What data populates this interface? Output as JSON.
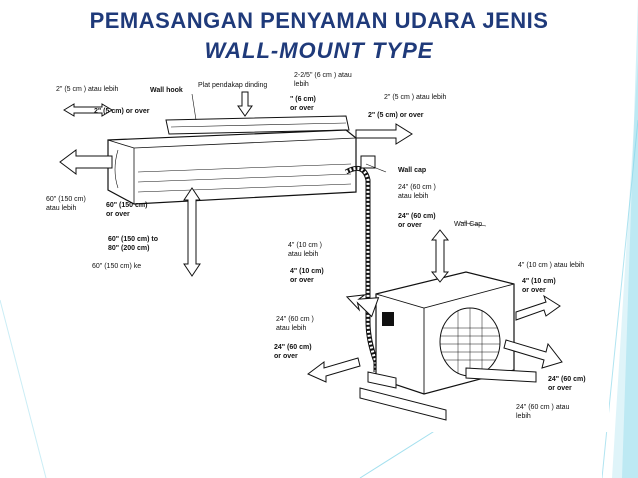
{
  "slide": {
    "title_line1": "PEMASANGAN PENYAMAN UDARA JENIS",
    "title_line2": "WALL-MOUNT TYPE",
    "accent_color": "#1f3a7a",
    "deco_color": "#7ed3e8"
  },
  "diagram": {
    "labels": {
      "indoor_left_top": "2\" (5 cm ) atau lebih",
      "wall_hook": "Wall hook",
      "plat_pendakap": "Plat pendakap dinding",
      "top_center_1": "2-2/5\" (6 cm ) atau",
      "top_center_2": "lebih",
      "top_center_3": "\" (6 cm)",
      "top_center_4": "or over",
      "indoor_left_2": "2\" (5 cm) or over",
      "indoor_right_1": "2\" (5 cm ) atau lebih",
      "indoor_right_2": "2\" (5 cm) or over",
      "wall_cap_1": "Wall cap",
      "floor_left_1": "60\" (150 cm)",
      "floor_left_2": "atau lebih",
      "floor_mid_1": "60\" (150 cm)",
      "floor_mid_2": "or over",
      "floor_mid_3": "60\" (150 cm) to",
      "floor_mid_4": "80\" (200 cm)",
      "floor_mid_5": "60\" (150 cm) ke",
      "outdoor_top_1": "24\" (60 cm )",
      "outdoor_top_2": "atau lebih",
      "outdoor_top_3": "24\" (60 cm)",
      "outdoor_top_4": "or over",
      "wall_cap_2": "Wall Cap",
      "outdoor_left_1": "4\" (10 cm )",
      "outdoor_left_2": "atau lebih",
      "outdoor_left_3": "4\" (10 cm)",
      "outdoor_left_4": "or over",
      "outdoor_right_1": "4\" (10 cm ) atau lebih",
      "outdoor_right_2": "4\" (10 cm)",
      "outdoor_right_3": "or over",
      "outdoor_front_1": "24\" (60 cm )",
      "outdoor_front_2": "atau lebih",
      "outdoor_front_3": "24\" (60 cm)",
      "outdoor_front_4": "or over",
      "outdoor_br_1": "24\" (60 cm)",
      "outdoor_br_2": "or over",
      "outdoor_br_3": "24\" (60 cm ) atau",
      "outdoor_br_4": "lebih"
    }
  }
}
